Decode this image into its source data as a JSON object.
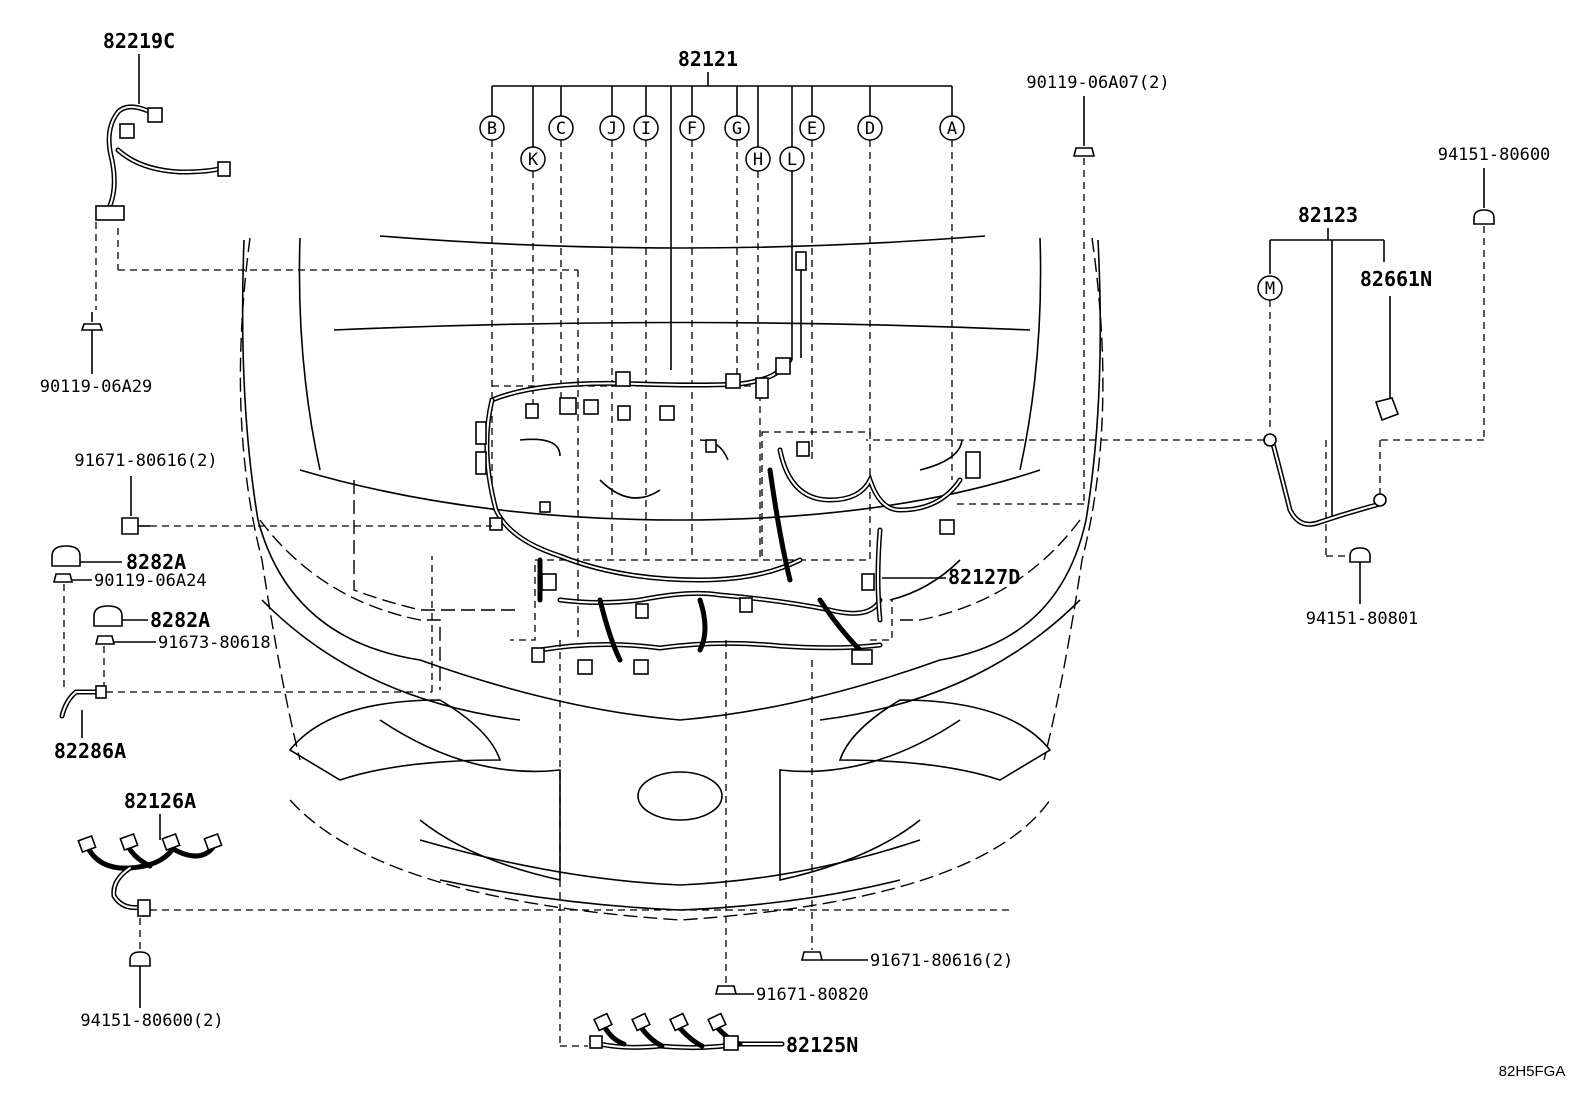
{
  "diagram": {
    "main_harness": "82121",
    "connector_letters": [
      "B",
      "K",
      "C",
      "J",
      "I",
      "F",
      "G",
      "H",
      "L",
      "E",
      "D",
      "A"
    ],
    "sub_harness": "82123",
    "sub_letter": "M",
    "parts": {
      "p82219C": "82219C",
      "p90119_06A29": "90119-06A29",
      "p90119_06A07": "90119-06A07(2)",
      "p94151_80600": "94151-80600",
      "p82661N": "82661N",
      "p94151_80801": "94151-80801",
      "p91671_80616_left": "91671-80616(2)",
      "p8282A_1": "8282A",
      "p90119_06A24": "90119-06A24",
      "p8282A_2": "8282A",
      "p91673_80618": "91673-80618",
      "p82286A": "82286A",
      "p82127D": "82127D",
      "p82126A": "82126A",
      "p94151_80600_2": "94151-80600(2)",
      "p91671_80616_bottom": "91671-80616(2)",
      "p91671_80820": "91671-80820",
      "p82125N": "82125N"
    },
    "reference_code": "82H5FGA"
  }
}
